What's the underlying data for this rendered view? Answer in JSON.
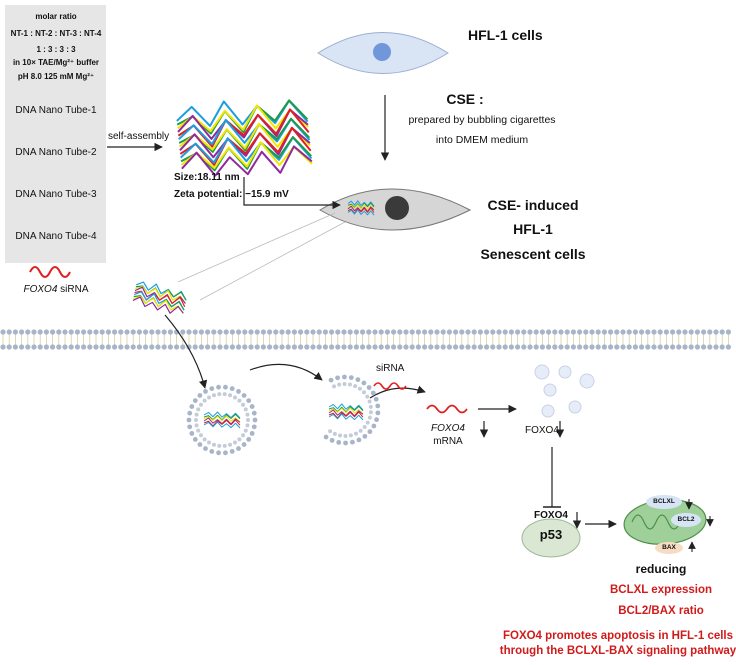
{
  "legend": {
    "molar_title": "molar ratio",
    "ratio_names": "NT-1 : NT-2 : NT-3 : NT-4",
    "ratio_values": "1 : 3 : 3 : 3",
    "buffer": "in 10× TAE/Mg²⁺ buffer",
    "buffer_conditions": "pH 8.0 125 mM Mg²⁺",
    "items": [
      {
        "label": "DNA Nano Tube-1",
        "color": "#1a9ee0"
      },
      {
        "label": "DNA Nano Tube-2",
        "color": "#1f9a4a"
      },
      {
        "label": "DNA Nano Tube-3",
        "color": "#f2e600"
      },
      {
        "label": "DNA Nano Tube-4",
        "color": "#8e2a9e"
      }
    ],
    "sirna_gene": "FOXO4",
    "sirna_suffix": " siRNA",
    "sirna_color": "#e02020"
  },
  "assembly": {
    "arrow_label": "self-assembly",
    "size": "Size:18.11 nm",
    "zeta": "Zeta potential: −15.9 mV"
  },
  "cells": {
    "hfl_title": "HFL-1 cells",
    "cse_title": "CSE :",
    "cse_line1": "prepared by bubbling cigarettes",
    "cse_line2": "into DMEM medium",
    "senescent_line1": "CSE- induced",
    "senescent_line2": "HFL-1",
    "senescent_line3": "Senescent cells"
  },
  "pathway": {
    "sirna_label": "siRNA",
    "mrna_gene": "FOXO4",
    "mrna_word": "mRNA",
    "foxo4_protein": "FOXO4",
    "complex_foxo4": "FOXO4",
    "complex_p53": "p53",
    "bclxl_tag": "BCLXL",
    "bcl2_tag": "BCL2",
    "bax_tag": "BAX",
    "reducing": "reducing",
    "result_line1": "BCLXL expression",
    "result_line2": "BCL2/BAX ratio",
    "conclusion_line1": "FOXO4 promotes apoptosis in HFL-1 cells",
    "conclusion_line2": "through the BCLXL-BAX signaling pathway"
  }
}
